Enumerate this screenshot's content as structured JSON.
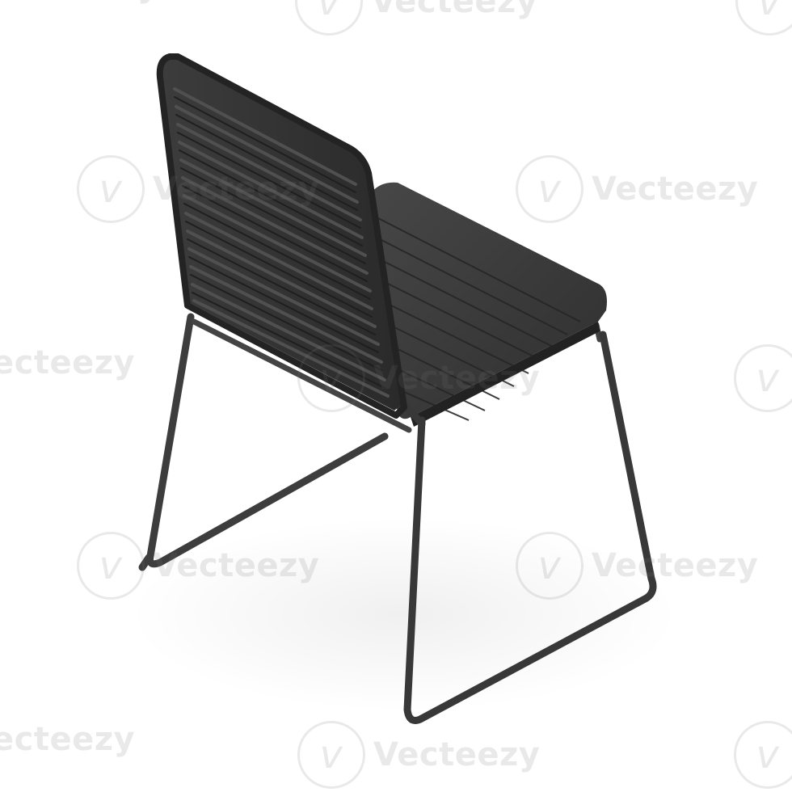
{
  "image": {
    "subject": "chair",
    "background_color": "#ffffff",
    "chair_color": "#3a3a3a"
  },
  "watermark": {
    "text": "Vecteezy",
    "logo_glyph": "v",
    "icon": "vecteezy-logo-icon"
  }
}
